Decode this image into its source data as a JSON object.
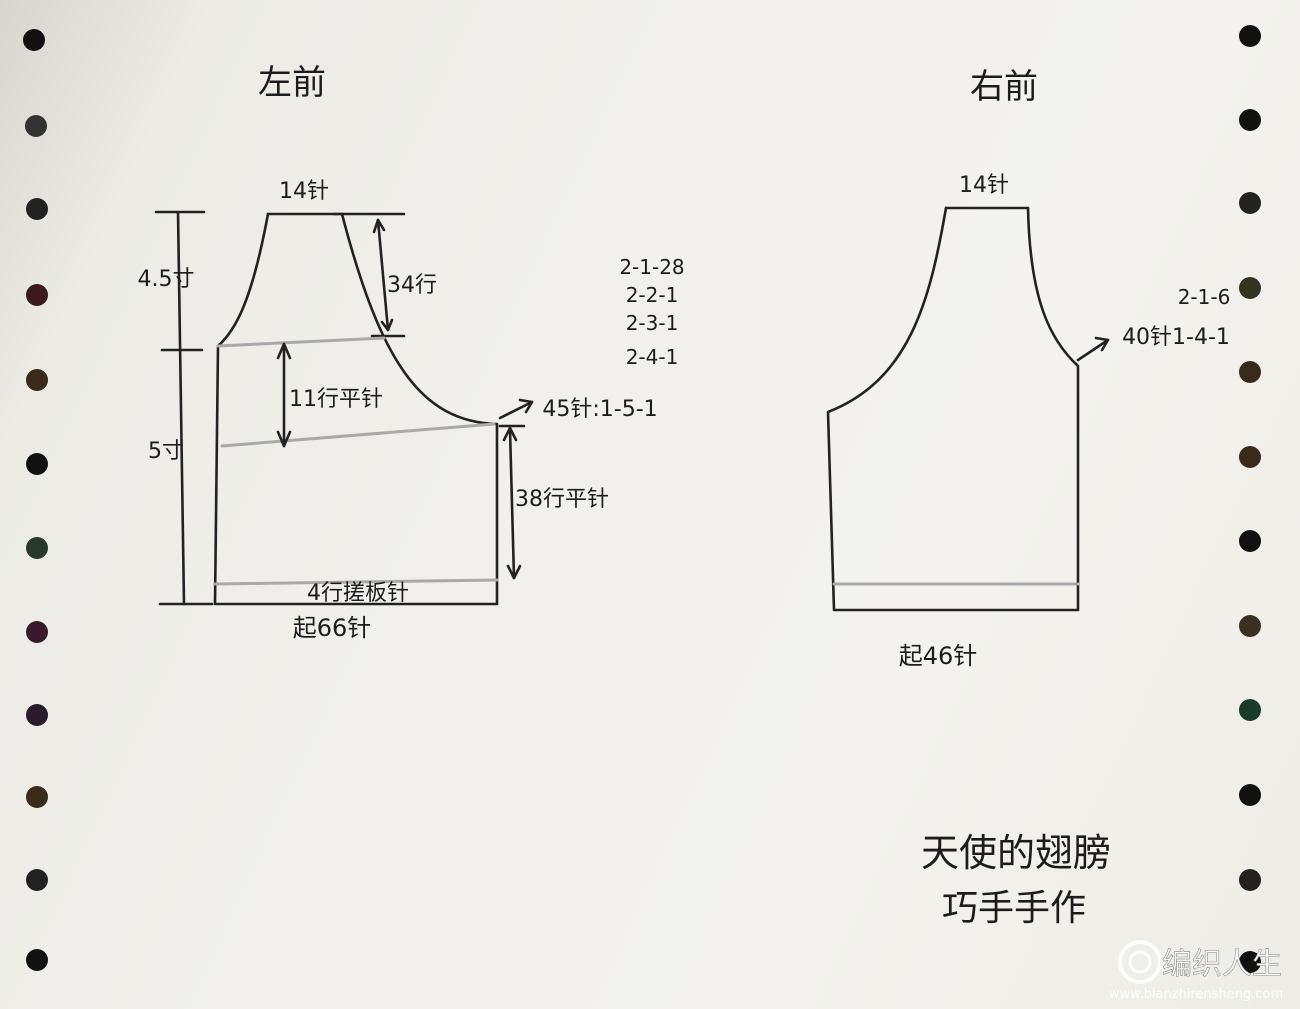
{
  "colors": {
    "paper": "#f1f0ec",
    "ink": "#1c1c1c",
    "guide": "#a9a9a9",
    "hole": "#111111"
  },
  "left_diagram": {
    "title": "左前",
    "neck_width": "14针",
    "height_upper": "4.5寸",
    "height_lower": "5寸",
    "neck_rows": "34行",
    "armhole_rows": "11行平针",
    "side_rows": "38行平针",
    "hem": "4行搓板针",
    "cast_on": "起66针",
    "shaping": [
      "2-1-28",
      "2-2-1",
      "2-3-1",
      "2-4-1"
    ],
    "armhole_pick": "45针:1-5-1"
  },
  "right_diagram": {
    "title": "右前",
    "neck_width": "14针",
    "shaping_top": "2-1-6",
    "armhole_pick": "40针1-4-1",
    "cast_on": "起46针"
  },
  "caption": {
    "line1": "天使的翅膀",
    "line2": "巧手手作"
  },
  "watermark": {
    "logo": "编织人生",
    "url": "www.bianzhirensheng.com"
  }
}
